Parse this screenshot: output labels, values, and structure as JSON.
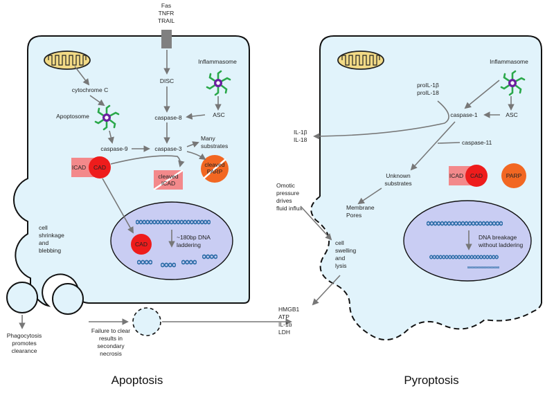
{
  "apoptosis": {
    "title": "Apoptosis",
    "receptor": [
      "Fas",
      "TNFR",
      "TRAIL"
    ],
    "disc": "DISC",
    "inflammasome": "Inflammasome",
    "asc": "ASC",
    "cytochrome": "cytochrome C",
    "apoptosome": "Apoptosome",
    "caspase8": "caspase-8",
    "caspase9": "caspase-9",
    "caspase3": "caspase-3",
    "many_substrates": [
      "Many",
      "substrates"
    ],
    "icad": "ICAD",
    "cad": "CAD",
    "cleaved_icad": [
      "cleaved",
      "ICAD"
    ],
    "cleaved_parp": [
      "cleaved",
      "PARP"
    ],
    "shrinkage": [
      "cell",
      "shrinkage",
      "and",
      "blebbing"
    ],
    "nucleus_cad": "CAD",
    "dna_laddering": [
      "~180bp DNA",
      "laddering"
    ],
    "phagocytosis": [
      "Phagocytosis",
      "promotes",
      "clearance"
    ],
    "failure": [
      "Failure to clear",
      "results in",
      "secondary",
      "necrosis"
    ]
  },
  "pyroptosis": {
    "title": "Pyroptosis",
    "inflammasome": "Inflammasome",
    "pro_il": [
      "proIL-1β",
      "proIL-18"
    ],
    "caspase1": "caspase-1",
    "asc": "ASC",
    "il_out": [
      "IL-1β",
      "IL-18"
    ],
    "caspase11": "caspase-11",
    "unknown": [
      "Unknown",
      "substrates"
    ],
    "icad": "ICAD",
    "cad": "CAD",
    "parp": "PARP",
    "osmotic": [
      "Omotic",
      "pressure",
      "drives",
      "fluid influx"
    ],
    "membrane_pores": [
      "Membrane",
      "Pores"
    ],
    "swelling": [
      "cell",
      "swelling",
      "and",
      "lysis"
    ],
    "dna_breakage": [
      "DNA breakage",
      "without laddering"
    ],
    "released": [
      "HMGB1",
      "ATP",
      "IL-1α",
      "LDH"
    ]
  },
  "colors": {
    "cell_fill": "#e1f3fb",
    "nucleus_fill": "#c9cdf3",
    "cad_red": "#ee1c1c",
    "icad_pink": "#f3898b",
    "parp_orange": "#f26722",
    "dna_blue": "#2e6ea8"
  }
}
